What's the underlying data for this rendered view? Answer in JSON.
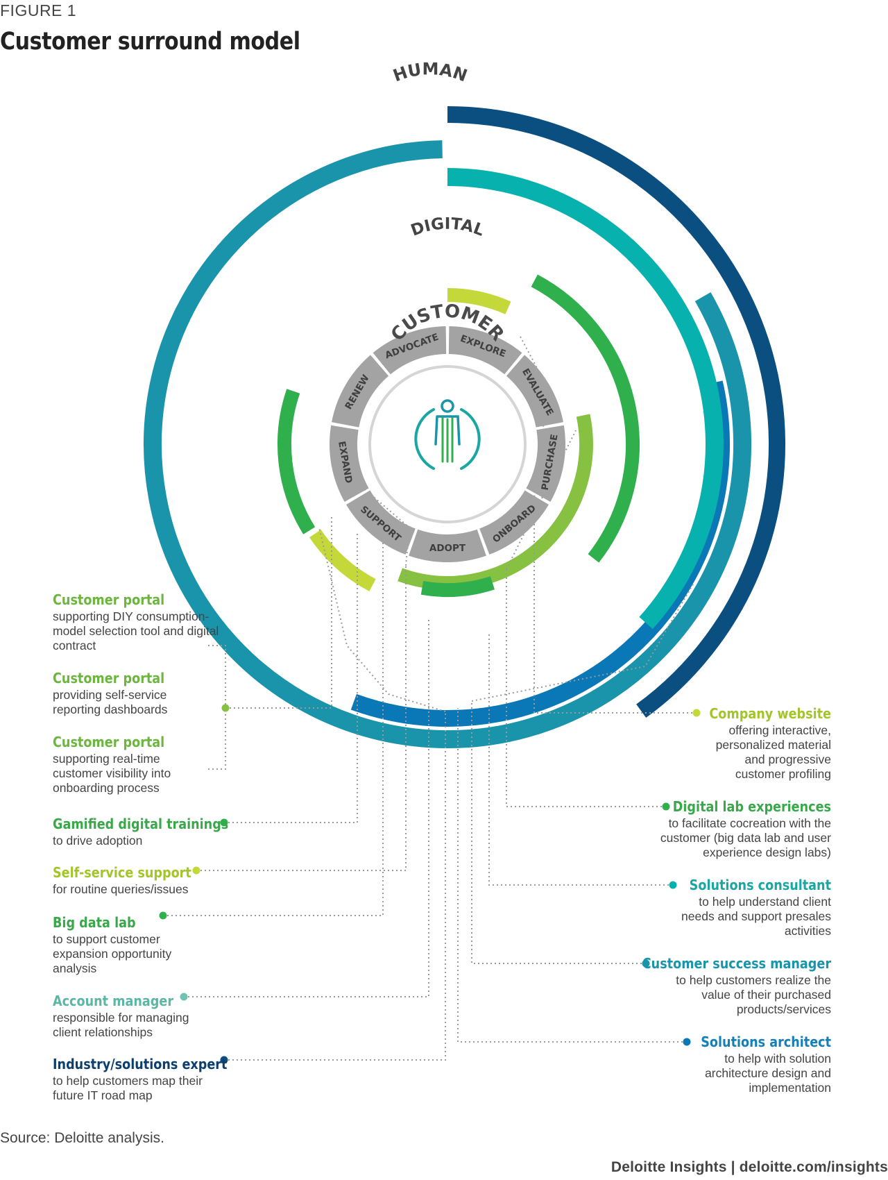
{
  "figure_label": "FIGURE 1",
  "title": "Customer surround model",
  "ring_labels": {
    "human": "HUMAN",
    "digital": "DIGITAL",
    "customer": "CUSTOMER"
  },
  "lifecycle_stages": [
    "EXPLORE",
    "EVALUATE",
    "PURCHASE",
    "ONBOARD",
    "ADOPT",
    "SUPPORT",
    "EXPAND",
    "RENEW",
    "ADVOCATE"
  ],
  "colors": {
    "navy": "#0b4f80",
    "blue": "#0a77b6",
    "teal": "#1a94ab",
    "aqua": "#07b1ad",
    "mint": "#6fc3b2",
    "green": "#2fb04c",
    "lime": "#86c141",
    "yellowgreen": "#c5d83a",
    "gray": "#a3a3a3",
    "title_navy": "#0d3f6e",
    "title_blue": "#1580b8",
    "title_teal": "#1a94ab",
    "title_aqua": "#1aa7a3",
    "title_mint": "#5cb6a6",
    "title_green": "#3aa84a",
    "title_lime": "#6cb53e",
    "title_yg": "#a3c52a"
  },
  "callouts_left": [
    {
      "title": "Customer portal",
      "desc": "supporting DIY consumption-model selection tool and digital contract"
    },
    {
      "title": "Customer portal",
      "desc": "providing self-service reporting dashboards"
    },
    {
      "title": "Customer portal",
      "desc": "supporting real-time customer visibility into onboarding process"
    },
    {
      "title": "Gamified digital trainings",
      "desc": "to drive adoption"
    },
    {
      "title": "Self-service support",
      "desc": "for routine queries/issues"
    },
    {
      "title": "Big data lab",
      "desc": "to support customer expansion opportunity analysis"
    },
    {
      "title": "Account manager",
      "desc": "responsible for managing client relationships"
    },
    {
      "title": "Industry/solutions expert",
      "desc": "to help customers map their future IT road map"
    }
  ],
  "callouts_right": [
    {
      "title": "Company website",
      "desc": "offering interactive, personalized material and progressive customer profiling"
    },
    {
      "title": "Digital lab experiences",
      "desc": "to facilitate cocreation with the customer (big data lab and user experience design labs)"
    },
    {
      "title": "Solutions consultant",
      "desc": "to help understand client needs and support presales activities"
    },
    {
      "title": "Customer success manager",
      "desc": "to help customers realize the value of their purchased products/services"
    },
    {
      "title": "Solutions architect",
      "desc": "to help with solution architecture design and implementation"
    }
  ],
  "source": "Source: Deloitte analysis.",
  "credit": "Deloitte Insights | deloitte.com/insights"
}
